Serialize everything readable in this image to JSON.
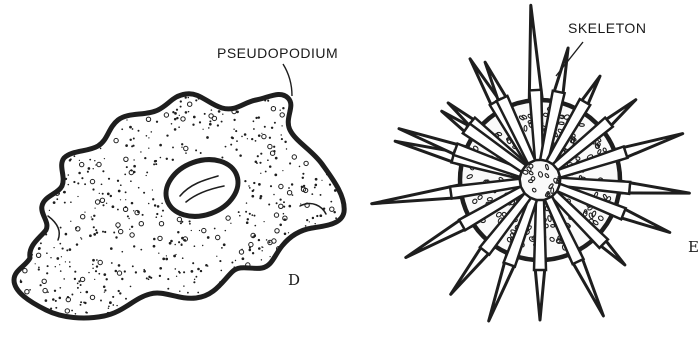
{
  "labels": {
    "pseudopodium": "PSEUDOPODIUM",
    "skeleton": "SKELETON",
    "panel_d": "D",
    "panel_e": "E"
  },
  "colors": {
    "ink": "#1e1e1e",
    "paper": "#ffffff"
  }
}
